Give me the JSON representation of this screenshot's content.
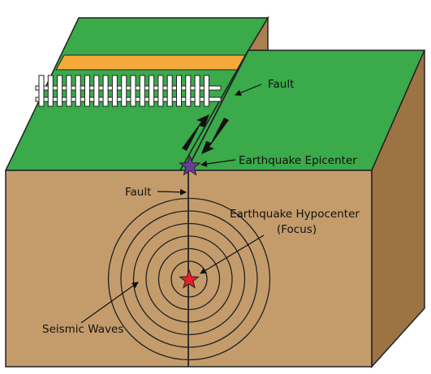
{
  "labels": {
    "fault_surface": "Fault",
    "epicenter": "Earthquake Epicenter",
    "fault_block": "Fault",
    "hypocenter_line1": "Earthquake Hypocenter",
    "hypocenter_line2": "(Focus)",
    "seismic_waves": "Seismic Waves"
  },
  "colors": {
    "grass": "#3aaa4a",
    "soil_front": "#c49c6c",
    "soil_side": "#9c7444",
    "soil_back": "#aa8050",
    "road": "#f5a93a",
    "fence": "#ffffff",
    "epicenter_star": "#6a3d9a",
    "hypocenter_star": "#e8202a"
  },
  "icons": {
    "epicenter": "star-icon",
    "hypocenter": "star-icon"
  },
  "seismic_wave_rings": 6
}
